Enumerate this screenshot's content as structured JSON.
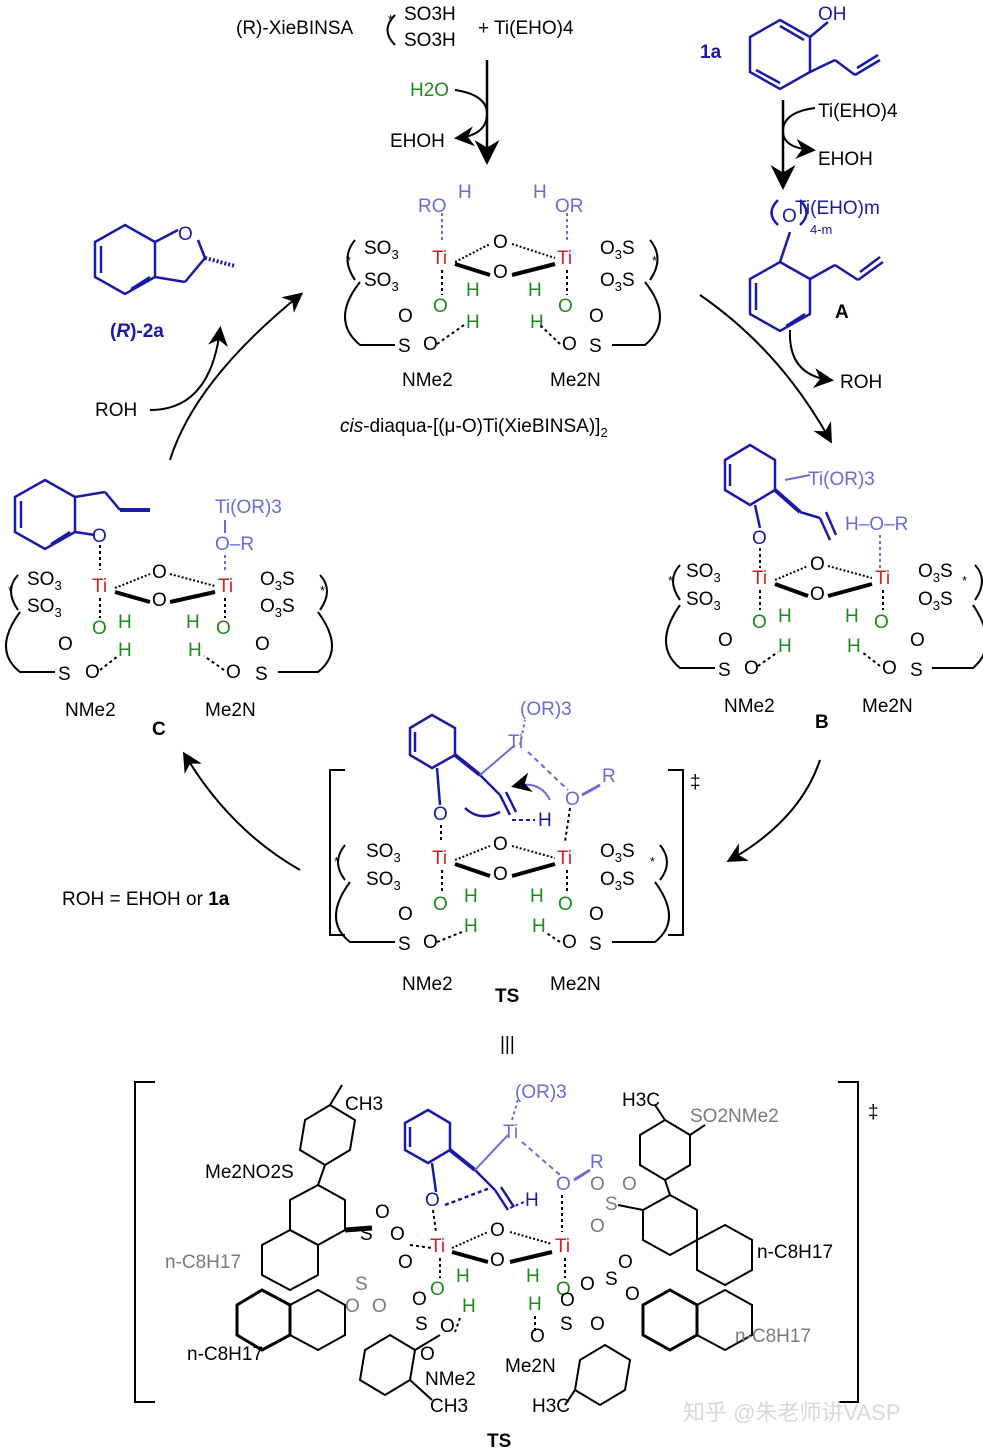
{
  "top": {
    "catalyst_label": "(R)-XieBINSA",
    "so3h_upper": "SO3H",
    "so3h_lower": "SO3H",
    "reagent": "+ Ti(EHO)4",
    "water": "H2O",
    "byproduct": "EHOH"
  },
  "substrate": {
    "label": "1a",
    "oh": "OH",
    "reagent": "Ti(EHO)4",
    "byproduct": "EHOH"
  },
  "intermediate_A": {
    "label": "A",
    "ti_group": "Ti(EHO)m",
    "subscript": "4-m",
    "byproduct": "ROH"
  },
  "resting_state": {
    "name": "cis-diaqua-[(μ-O)Ti(XieBINSA)]2",
    "ro_h_left": "RO",
    "ro_h_right": "OR"
  },
  "product": {
    "label": "(R)-2a",
    "rohe_in": "ROH"
  },
  "intermediate_B": {
    "label": "B",
    "ti_group": "Ti(OR)3",
    "hor": "H–O–R"
  },
  "intermediate_C": {
    "label": "C",
    "ti_group": "Ti(OR)3",
    "or": "O–R"
  },
  "ts": {
    "label": "TS",
    "dagger": "‡",
    "or3": "(OR)3",
    "r": "R",
    "equiv": "|||",
    "roh_note": "ROH = EHOH or 1a"
  },
  "common": {
    "ti": "Ti",
    "so3": "SO3",
    "o3s": "O3S",
    "nme2": "NMe2",
    "me2n": "Me2N",
    "o": "O",
    "h": "H",
    "s": "S",
    "star": "*"
  },
  "bottom_ts": {
    "label": "TS",
    "ch3_top": "CH3",
    "h3c_top": "H3C",
    "so2nme2": "SO2NMe2",
    "me2no2s": "Me2NO2S",
    "noctyl": "n-C8H17",
    "ch3_bot": "CH3",
    "h3c_bot": "H3C",
    "or3": "(OR)3",
    "r": "R"
  },
  "watermark": "知乎 @朱老师讲VASP",
  "colors": {
    "ti": "#d42020",
    "blue": "#1a1aaa",
    "light_blue": "#6a6ad8",
    "green": "#1d8a1d",
    "grey": "#7a7a7a"
  }
}
